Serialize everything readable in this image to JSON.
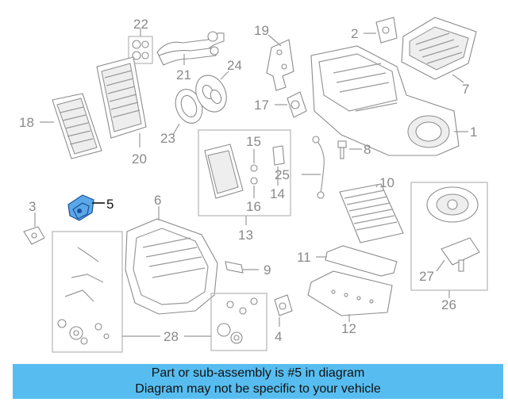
{
  "labels": {
    "l1": "1",
    "l2": "2",
    "l3": "3",
    "l4": "4",
    "l5": "5",
    "l6": "6",
    "l7": "7",
    "l8": "8",
    "l9": "9",
    "l10": "10",
    "l11": "11",
    "l12": "12",
    "l13": "13",
    "l14": "14",
    "l15": "15",
    "l16": "16",
    "l17": "17",
    "l18": "18",
    "l19": "19",
    "l20": "20",
    "l21": "21",
    "l22": "22",
    "l23": "23",
    "l24": "24",
    "l25": "25",
    "l26": "26",
    "l27": "27",
    "l28": "28"
  },
  "highlighted_part": "5",
  "highlight_color": "#5aa8e8",
  "banner": {
    "line1": "Part or sub-assembly is #5 in diagram",
    "line2": "Diagram may not be specific to your vehicle",
    "color": "#57bdf0"
  }
}
